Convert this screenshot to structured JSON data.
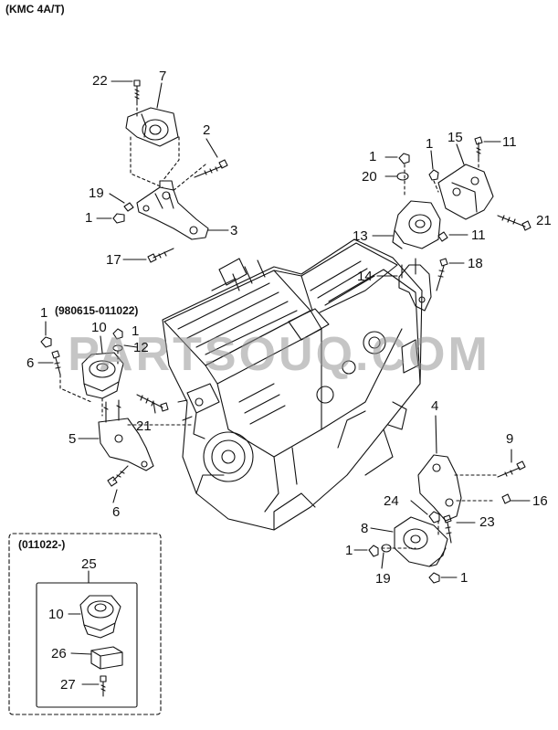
{
  "header": {
    "model": "(KMC 4A/T)"
  },
  "watermark": "PARTSOUQ.COM",
  "date_ranges": {
    "upper": "(980615-011022)",
    "lower": "(011022-)"
  },
  "callouts": {
    "c22": "22",
    "c7": "7",
    "c2": "2",
    "c19a": "19",
    "c1a": "1",
    "c3": "3",
    "c17": "17",
    "c1b": "1",
    "c20": "20",
    "c1c": "1",
    "c15": "15",
    "c11a": "11",
    "c21a": "21",
    "c13": "13",
    "c11b": "11",
    "c14": "14",
    "c18": "18",
    "c1d": "1",
    "c10a": "10",
    "c1e": "1",
    "c12": "12",
    "c6a": "6",
    "c21b": "21",
    "c5": "5",
    "c6b": "6",
    "c4": "4",
    "c9": "9",
    "c24": "24",
    "c16": "16",
    "c8": "8",
    "c23": "23",
    "c1f": "1",
    "c19b": "19",
    "c1g": "1",
    "c25": "25",
    "c10b": "10",
    "c26": "26",
    "c27": "27"
  }
}
